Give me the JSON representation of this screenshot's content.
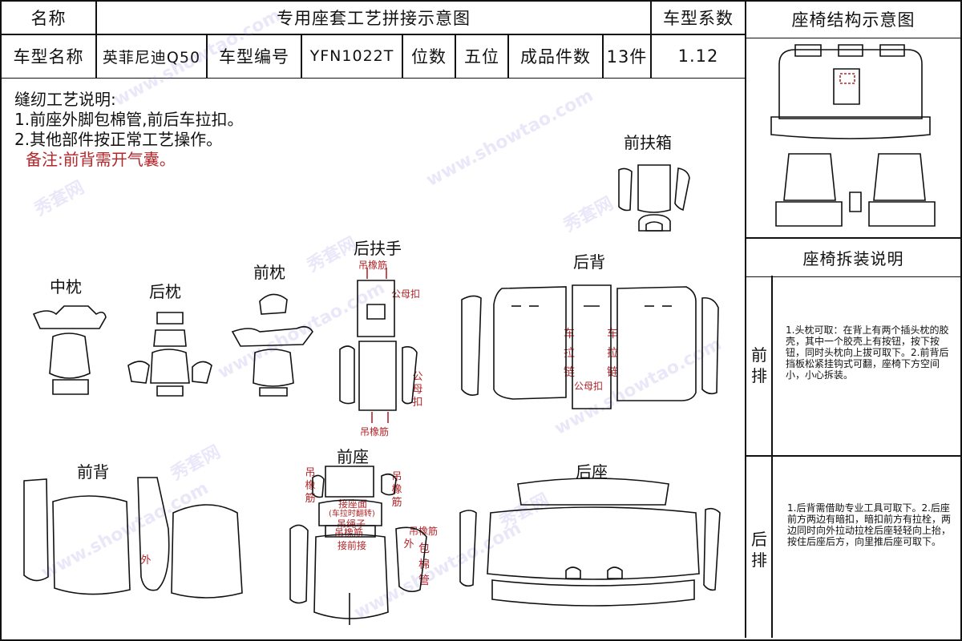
{
  "header": {
    "name_label": "名称",
    "title": "专用座套工艺拼接示意图",
    "coeff_label": "车型系数",
    "structure_label": "座椅结构示意图",
    "model_name_label": "车型名称",
    "model_name": "英菲尼迪Q50",
    "model_code_label": "车型编号",
    "model_code": "YFN1022T",
    "seats_label": "位数",
    "seats": "五位",
    "pieces_label": "成品件数",
    "pieces": "13件",
    "coeff": "1.12"
  },
  "notes": {
    "title": "缝纫工艺说明:",
    "line1": "1.前座外脚包棉管,前后车拉扣。",
    "line2": "2.其他部件按正常工艺操作。",
    "remark": "备注:前背需开气囊。"
  },
  "parts": {
    "front_box": "前扶箱",
    "rear_armrest": "后扶手",
    "rear_back": "后背",
    "middle_pillow": "中枕",
    "rear_pillow": "后枕",
    "front_pillow": "前枕",
    "front_back": "前背",
    "front_seat": "前座",
    "rear_seat": "后座"
  },
  "annotations": {
    "hang_rubber": "吊橡筋",
    "male_female_clip": "公母扣",
    "car_zip": "车拉链",
    "seat_face": "接座面",
    "seat_face_sub": "(车拉时翻转)",
    "hang_rope": "吊绳子",
    "front_rear": "接前接",
    "outer": "外",
    "wrap_cotton": "包棉管"
  },
  "side_panel": {
    "disassembly_title": "座椅拆装说明",
    "front_row_label": "前排",
    "front_row_text": "1.头枕可取：在背上有两个插头枕的胶壳，其中一个胶壳上有按钮，按下按钮，同时头枕向上拔可取下。2.前背后挡板松紧挂钩式可翻，座椅下方空间小，小心拆装。",
    "rear_row_label": "后排",
    "rear_row_text": "1.后背需借助专业工具可取下。2.后座前方两边有暗扣，暗扣前方有拉栓，两边同时向外拉动拉栓后座轻轻向上抬，按住后座后方，向里推后座可取下。"
  },
  "watermark": {
    "site": "www.showtao.com",
    "brand": "秀套网"
  }
}
